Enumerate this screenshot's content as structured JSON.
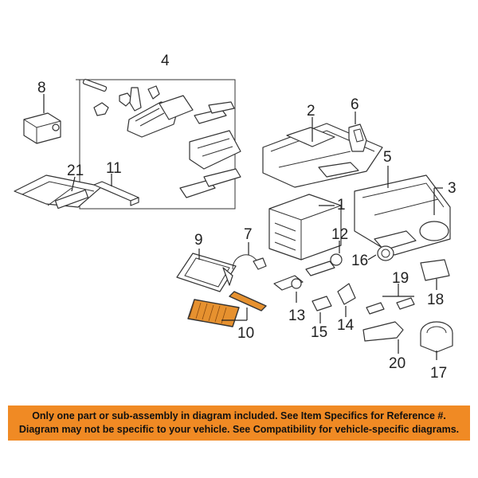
{
  "callouts": {
    "c1": "1",
    "c2": "2",
    "c3": "3",
    "c4": "4",
    "c6": "6",
    "c7": "7",
    "c8": "8",
    "c9": "9",
    "c10": "10",
    "c11": "11",
    "c12": "12",
    "c13": "13",
    "c14": "14",
    "c15": "15",
    "c16": "16",
    "c17": "17",
    "c18": "18",
    "c19": "19",
    "c20": "20",
    "c21": "21"
  },
  "highlight_color": "#e6912f",
  "disclaimer": {
    "line1": "Only one part or sub-assembly in diagram included. See Item Specifics for Reference #.",
    "line2": "Diagram may not be specific to your vehicle. See Compatibility for vehicle-specific diagrams.",
    "background_color": "#f08a24"
  }
}
